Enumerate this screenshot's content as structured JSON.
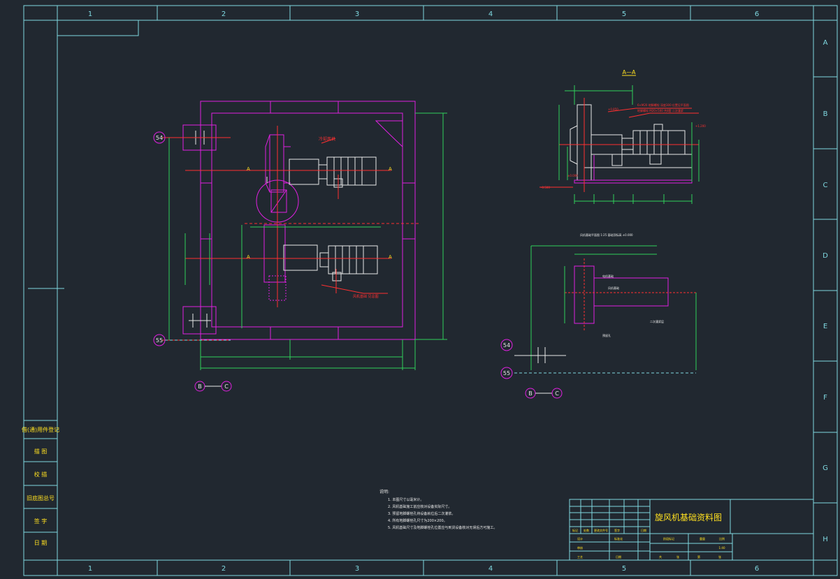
{
  "colors": {
    "background": "#212830",
    "frame": "#7fd8e0",
    "magenta": "#e020e0",
    "green": "#2fd05a",
    "red": "#ff3030",
    "white": "#e8e8e8",
    "yellow": "#ffe020",
    "cyan": "#40e0f0"
  },
  "border": {
    "columns": [
      "1",
      "2",
      "3",
      "4",
      "5",
      "6"
    ],
    "rows": [
      "A",
      "B",
      "C",
      "D",
      "E",
      "F",
      "G",
      "H"
    ]
  },
  "left_panel": {
    "cells": [
      "借(通)用件登记",
      "描 图",
      "校 描",
      "旧底图总号",
      "签 字",
      "日 期"
    ]
  },
  "plan_view": {
    "axis_top": "54",
    "axis_bottom": "55",
    "section_marker_left": "A",
    "section_marker_right": "A",
    "ref_b": "B",
    "ref_c": "C",
    "motor_label": "冷却风机",
    "foundation_label": "风机基础 见总图"
  },
  "section_view": {
    "title": "A—A",
    "note1": "6×M20 地脚螺栓 深度300 位置见平面图",
    "note2": "地脚螺栓 M20×500 共8套 二次灌浆",
    "level_marks": [
      "±0.000",
      "-0.500",
      "+0.850",
      "+1.200"
    ]
  },
  "foundation_plan": {
    "title": "风机基础平面图 1:25 基础顶标高 ±0.000",
    "axis_top": "54",
    "axis_bottom": "55",
    "ref_b": "B",
    "ref_c": "C",
    "labels": [
      "电机基础",
      "风机基础",
      "二次灌浆层",
      "预留孔"
    ]
  },
  "notes": {
    "heading": "说明:",
    "items": [
      "1. 本图尺寸以毫米计。",
      "2. 风机基础施工前应核对设备实际尺寸。",
      "3. 预留地脚螺栓孔待设备就位后二次灌浆。",
      "4. 所有地脚螺栓孔尺寸为200×200。",
      "5. 风机基础尺寸及地脚螺栓孔位置应与到货设备核对无误后方可施工。"
    ]
  },
  "title_block": {
    "drawing_title": "旋风机基础资料图",
    "row_a": [
      "标记",
      "处数",
      "更改文件号",
      "签字",
      "日期"
    ],
    "row_b": [
      "设计",
      "",
      "标准化",
      "",
      ""
    ],
    "row_c": [
      "审核",
      "",
      "",
      "",
      ""
    ],
    "row_d": [
      "工艺",
      "",
      "日期",
      "",
      ""
    ],
    "right_cells": [
      "阶段标记",
      "重量",
      "比例"
    ],
    "scale": "1:40",
    "sheets": [
      "共",
      "张",
      "第",
      "张"
    ]
  }
}
